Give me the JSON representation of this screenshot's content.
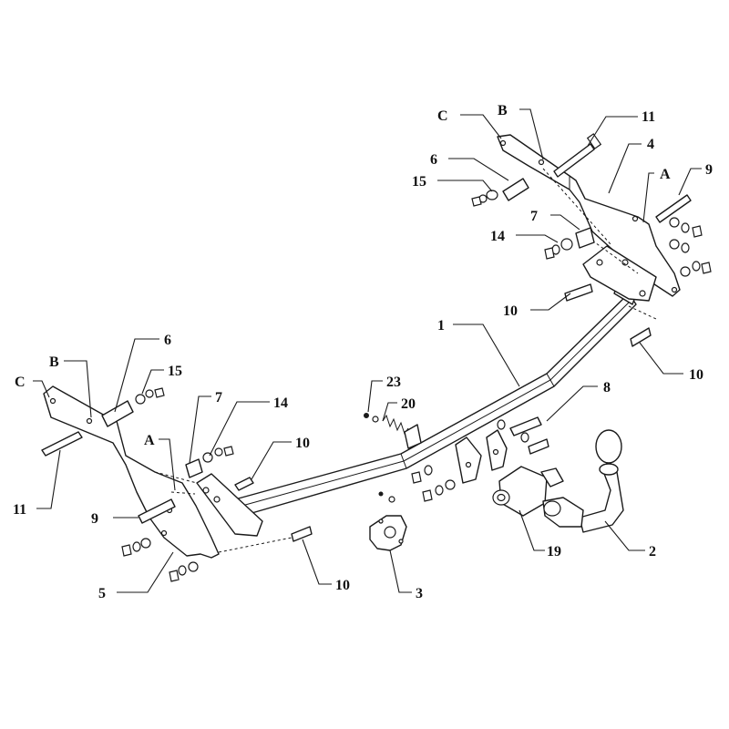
{
  "labels": {
    "c_top": "C",
    "b_top": "B",
    "n11_top": "11",
    "n4": "4",
    "n6_top": "6",
    "n15_top": "15",
    "a_top": "A",
    "n9_top": "9",
    "n7_top": "7",
    "n14_top": "14",
    "n10_topright": "10",
    "n1": "1",
    "n10_right": "10",
    "c_left": "C",
    "b_left": "B",
    "n6_left": "6",
    "n15_left": "15",
    "n7_left": "7",
    "n14_left": "14",
    "n23": "23",
    "n20": "20",
    "n8": "8",
    "a_left": "A",
    "n10_left": "10",
    "n11_left": "11",
    "n9_left": "9",
    "n5": "5",
    "n10_bottom": "10",
    "n3": "3",
    "n19": "19",
    "n2": "2"
  },
  "icons": [
    "tow-bar-crossbeam",
    "mounting-bracket",
    "tow-ball",
    "socket-plate",
    "electrical-socket",
    "bolt",
    "washer",
    "nut",
    "spacer-sleeve",
    "spring"
  ]
}
